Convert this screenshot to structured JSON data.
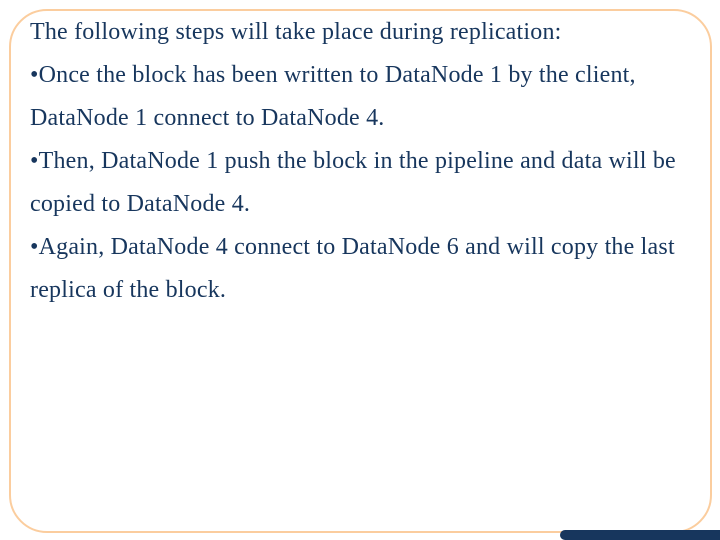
{
  "slide": {
    "paragraphs": [
      {
        "lines": {
          "0": "The following steps will take place during replication:"
        }
      },
      {
        "lines": {
          "0": "•Once the block has been written to DataNode 1 by the client,",
          "1": "DataNode 1 connect to DataNode 4."
        }
      },
      {
        "lines": {
          "0": "•Then, DataNode 1 push the block in the pipeline and data will be",
          "1": "copied to DataNode 4."
        }
      },
      {
        "lines": {
          "0": "•Again, DataNode 4 connect to DataNode 6 and will copy the last",
          "1": "replica of the block."
        }
      }
    ]
  },
  "colors": {
    "background": "#FFFFFF",
    "text": "#17365D",
    "border": "#FBCD9E",
    "accent_bar": "#17365D"
  }
}
